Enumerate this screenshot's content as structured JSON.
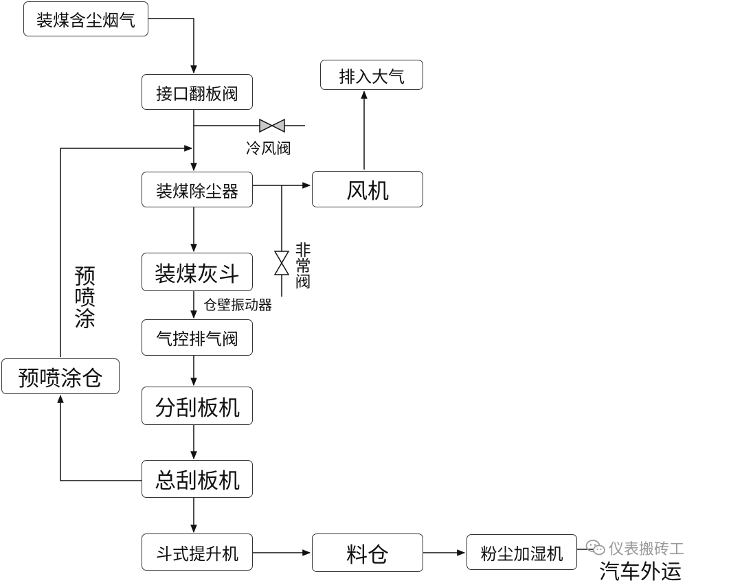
{
  "nodes": {
    "coal_dust_gas": "装煤含尘烟气",
    "flap_valve": "接口翻板阀",
    "exhaust_atmosphere": "排入大气",
    "fan": "风机",
    "dust_collector": "装煤除尘器",
    "ash_hopper": "装煤灰斗",
    "pneumatic_exhaust_valve": "气控排气阀",
    "branch_scraper": "分刮板机",
    "main_scraper": "总刮板机",
    "precoat_bin": "预喷涂仓",
    "bucket_elevator": "斗式提升机",
    "material_bin": "料仓",
    "dust_humidifier": "粉尘加湿机"
  },
  "labels": {
    "cold_air_valve": "冷风阀",
    "emergency_valve": "非常阀",
    "bin_wall_vibrator": "仓壁振动器",
    "precoat": "预喷涂",
    "truck_transport": "汽车外运"
  },
  "watermark": {
    "text": "仪表搬砖工",
    "icon": "wechat-logo-icon"
  },
  "colors": {
    "line": "#111111",
    "box_border": "#333333",
    "watermark": "#9a9a9a"
  }
}
